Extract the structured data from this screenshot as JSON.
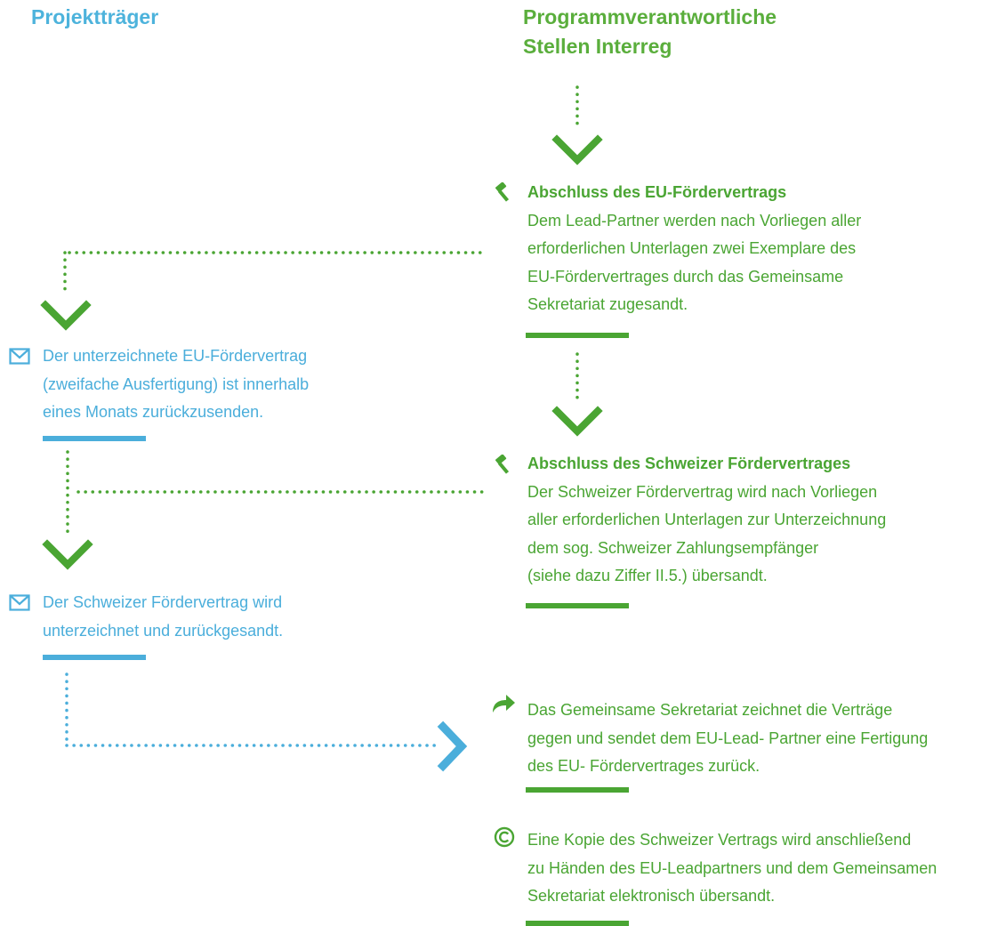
{
  "headers": {
    "left": "Projektträger",
    "right_line1": "Programmverantwortliche",
    "right_line2": "Stellen Interreg"
  },
  "steps": {
    "eu_contract": {
      "title": "Abschluss des EU-Fördervertrags",
      "lines": [
        "Dem Lead-Partner werden nach Vorliegen aller",
        "erforderlichen Unterlagen zwei Exemplare des",
        "EU-Fördervertrages durch das Gemeinsame",
        "Sekretariat zugesandt."
      ],
      "icon": "gavel-icon"
    },
    "eu_return": {
      "lines": [
        "Der unterzeichnete EU-Fördervertrag",
        "(zweifache Ausfertigung) ist innerhalb",
        "eines Monats zurückzusenden."
      ],
      "icon": "mail-icon"
    },
    "ch_contract": {
      "title": "Abschluss des Schweizer Fördervertrages",
      "lines": [
        "Der Schweizer Fördervertrag wird nach Vorliegen",
        "aller erforderlichen Unterlagen zur Unterzeichnung",
        "dem sog. Schweizer Zahlungsempfänger",
        "(siehe dazu Ziffer II.5.) übersandt."
      ],
      "icon": "gavel-icon"
    },
    "ch_return": {
      "lines": [
        "Der Schweizer Fördervertrag wird",
        "unterzeichnet und zurückgesandt."
      ],
      "icon": "mail-icon"
    },
    "countersign": {
      "lines": [
        "Das Gemeinsame Sekretariat zeichnet die Verträge",
        "gegen und sendet dem EU-Lead- Partner eine Fertigung",
        "des EU- Fördervertrages zurück."
      ],
      "icon": "share-arrow-icon"
    },
    "copy": {
      "lines": [
        "Eine Kopie des Schweizer Vertrags wird anschließend",
        "zu Händen des EU-Leadpartners und dem Gemeinsamen",
        "Sekretariat elektronisch übersandt."
      ],
      "icon": "copyright-icon"
    }
  },
  "colors": {
    "blue": "#4baedb",
    "green": "#4aa533",
    "header_blue": "#4db3dc",
    "header_green": "#5aae3c"
  }
}
